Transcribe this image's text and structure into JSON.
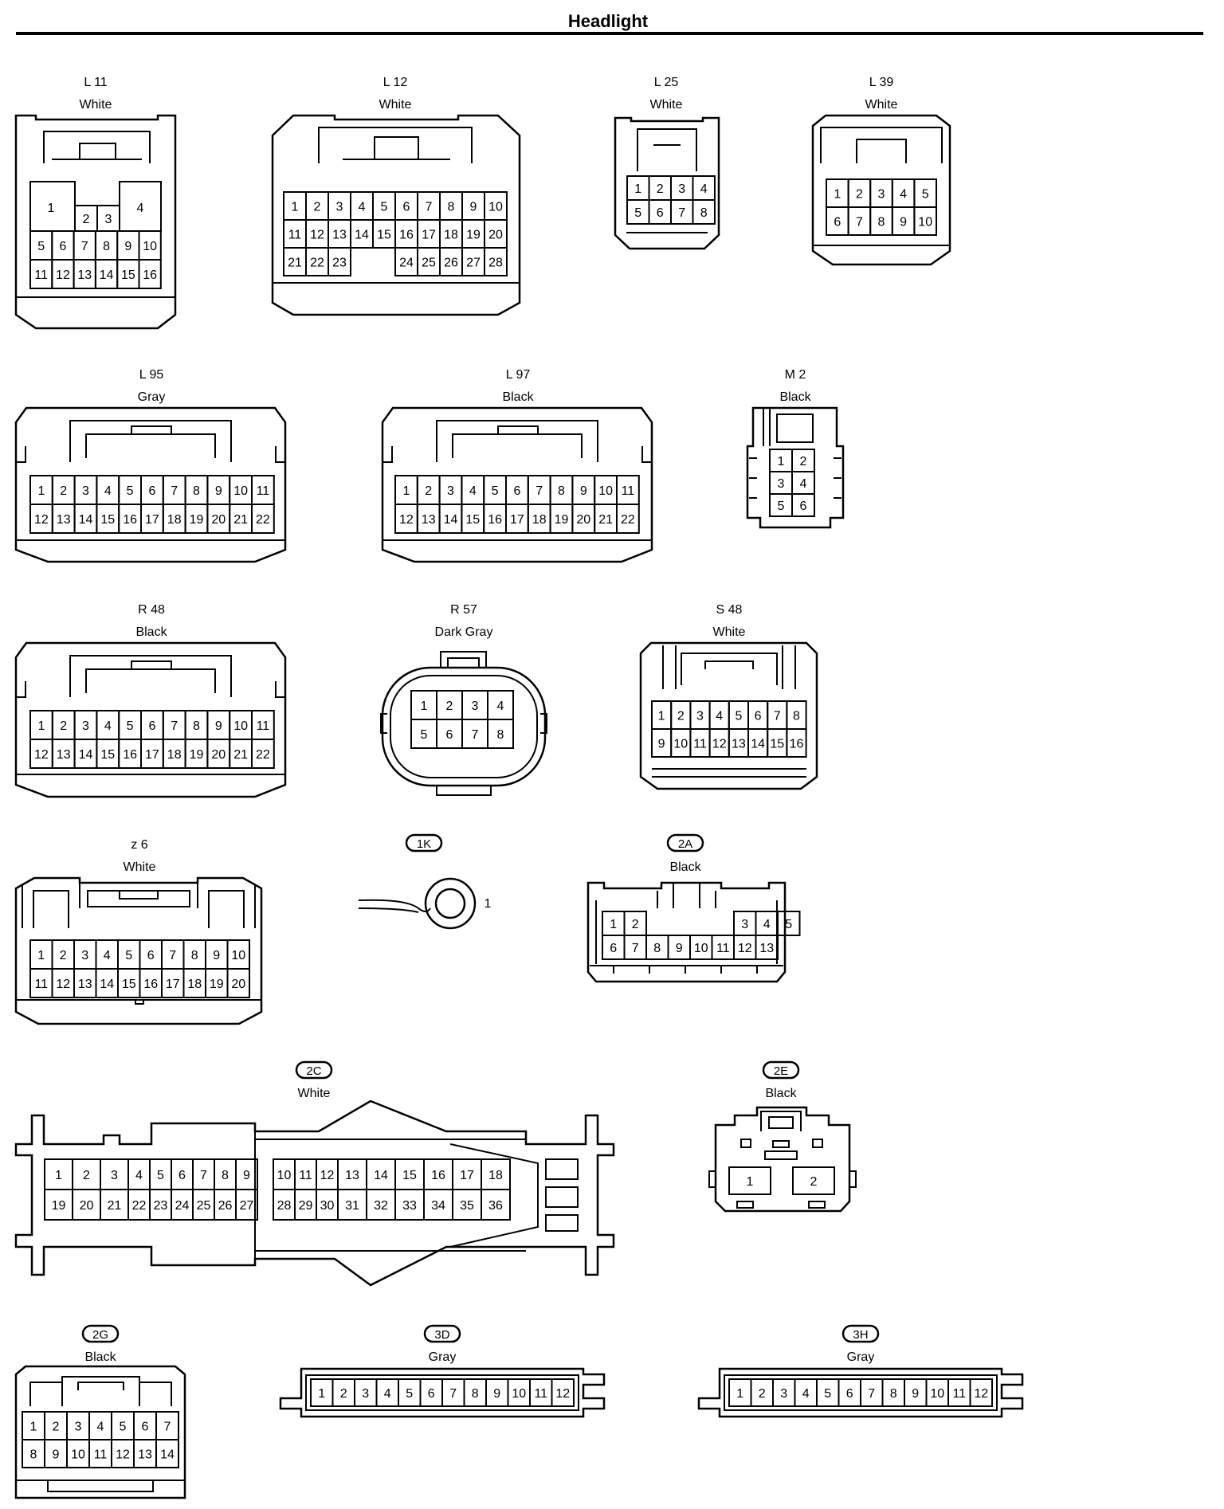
{
  "page": {
    "title": "Headlight"
  },
  "connectors": [
    {
      "id": "L11",
      "code": "L 11",
      "color": "White",
      "badge": false,
      "rows": [
        [
          "1",
          "2",
          "3",
          "4"
        ],
        [
          "5",
          "6",
          "7",
          "8",
          "9",
          "10"
        ],
        [
          "11",
          "12",
          "13",
          "14",
          "15",
          "16"
        ]
      ]
    },
    {
      "id": "L12",
      "code": "L 12",
      "color": "White",
      "badge": false,
      "rows": [
        [
          "1",
          "2",
          "3",
          "4",
          "5",
          "6",
          "7",
          "8",
          "9",
          "10"
        ],
        [
          "11",
          "12",
          "13",
          "14",
          "15",
          "16",
          "17",
          "18",
          "19",
          "20"
        ],
        [
          "21",
          "22",
          "23",
          "24",
          "25",
          "26",
          "27",
          "28"
        ]
      ]
    },
    {
      "id": "L25",
      "code": "L 25",
      "color": "White",
      "badge": false,
      "rows": [
        [
          "1",
          "2",
          "3",
          "4"
        ],
        [
          "5",
          "6",
          "7",
          "8"
        ]
      ]
    },
    {
      "id": "L39",
      "code": "L 39",
      "color": "White",
      "badge": false,
      "rows": [
        [
          "1",
          "2",
          "3",
          "4",
          "5"
        ],
        [
          "6",
          "7",
          "8",
          "9",
          "10"
        ]
      ]
    },
    {
      "id": "L95",
      "code": "L 95",
      "color": "Gray",
      "badge": false,
      "rows": [
        [
          "1",
          "2",
          "3",
          "4",
          "5",
          "6",
          "7",
          "8",
          "9",
          "10",
          "11"
        ],
        [
          "12",
          "13",
          "14",
          "15",
          "16",
          "17",
          "18",
          "19",
          "20",
          "21",
          "22"
        ]
      ]
    },
    {
      "id": "L97",
      "code": "L 97",
      "color": "Black",
      "badge": false,
      "rows": [
        [
          "1",
          "2",
          "3",
          "4",
          "5",
          "6",
          "7",
          "8",
          "9",
          "10",
          "11"
        ],
        [
          "12",
          "13",
          "14",
          "15",
          "16",
          "17",
          "18",
          "19",
          "20",
          "21",
          "22"
        ]
      ]
    },
    {
      "id": "M2",
      "code": "M 2",
      "color": "Black",
      "badge": false,
      "rows": [
        [
          "1",
          "2"
        ],
        [
          "3",
          "4"
        ],
        [
          "5",
          "6"
        ]
      ]
    },
    {
      "id": "R48",
      "code": "R 48",
      "color": "Black",
      "badge": false,
      "rows": [
        [
          "1",
          "2",
          "3",
          "4",
          "5",
          "6",
          "7",
          "8",
          "9",
          "10",
          "11"
        ],
        [
          "12",
          "13",
          "14",
          "15",
          "16",
          "17",
          "18",
          "19",
          "20",
          "21",
          "22"
        ]
      ]
    },
    {
      "id": "R57",
      "code": "R 57",
      "color": "Dark Gray",
      "badge": false,
      "rows": [
        [
          "1",
          "2",
          "3",
          "4"
        ],
        [
          "5",
          "6",
          "7",
          "8"
        ]
      ]
    },
    {
      "id": "S48",
      "code": "S 48",
      "color": "White",
      "badge": false,
      "rows": [
        [
          "1",
          "2",
          "3",
          "4",
          "5",
          "6",
          "7",
          "8"
        ],
        [
          "9",
          "10",
          "11",
          "12",
          "13",
          "14",
          "15",
          "16"
        ]
      ]
    },
    {
      "id": "z6",
      "code": "z 6",
      "color": "White",
      "badge": false,
      "rows": [
        [
          "1",
          "2",
          "3",
          "4",
          "5",
          "6",
          "7",
          "8",
          "9",
          "10"
        ],
        [
          "11",
          "12",
          "13",
          "14",
          "15",
          "16",
          "17",
          "18",
          "19",
          "20"
        ]
      ]
    },
    {
      "id": "1K",
      "code": "1K",
      "color": "",
      "badge": true,
      "rows": [
        [
          "1"
        ]
      ]
    },
    {
      "id": "2A",
      "code": "2A",
      "color": "Black",
      "badge": true,
      "rows": [
        [
          "1",
          "2",
          "3",
          "4",
          "5"
        ],
        [
          "6",
          "7",
          "8",
          "9",
          "10",
          "11",
          "12",
          "13"
        ]
      ]
    },
    {
      "id": "2C",
      "code": "2C",
      "color": "White",
      "badge": true,
      "rows": [
        [
          "1",
          "2",
          "3",
          "4",
          "5",
          "6",
          "7",
          "8",
          "9",
          "10",
          "11",
          "12",
          "13",
          "14",
          "15",
          "16",
          "17",
          "18"
        ],
        [
          "19",
          "20",
          "21",
          "22",
          "23",
          "24",
          "25",
          "26",
          "27",
          "28",
          "29",
          "30",
          "31",
          "32",
          "33",
          "34",
          "35",
          "36"
        ]
      ]
    },
    {
      "id": "2E",
      "code": "2E",
      "color": "Black",
      "badge": true,
      "rows": [
        [
          "1",
          "2"
        ]
      ]
    },
    {
      "id": "2G",
      "code": "2G",
      "color": "Black",
      "badge": true,
      "rows": [
        [
          "1",
          "2",
          "3",
          "4",
          "5",
          "6",
          "7"
        ],
        [
          "8",
          "9",
          "10",
          "11",
          "12",
          "13",
          "14"
        ]
      ]
    },
    {
      "id": "3D",
      "code": "3D",
      "color": "Gray",
      "badge": true,
      "rows": [
        [
          "1",
          "2",
          "3",
          "4",
          "5",
          "6",
          "7",
          "8",
          "9",
          "10",
          "11",
          "12"
        ]
      ]
    },
    {
      "id": "3H",
      "code": "3H",
      "color": "Gray",
      "badge": true,
      "rows": [
        [
          "1",
          "2",
          "3",
          "4",
          "5",
          "6",
          "7",
          "8",
          "9",
          "10",
          "11",
          "12"
        ]
      ]
    }
  ]
}
